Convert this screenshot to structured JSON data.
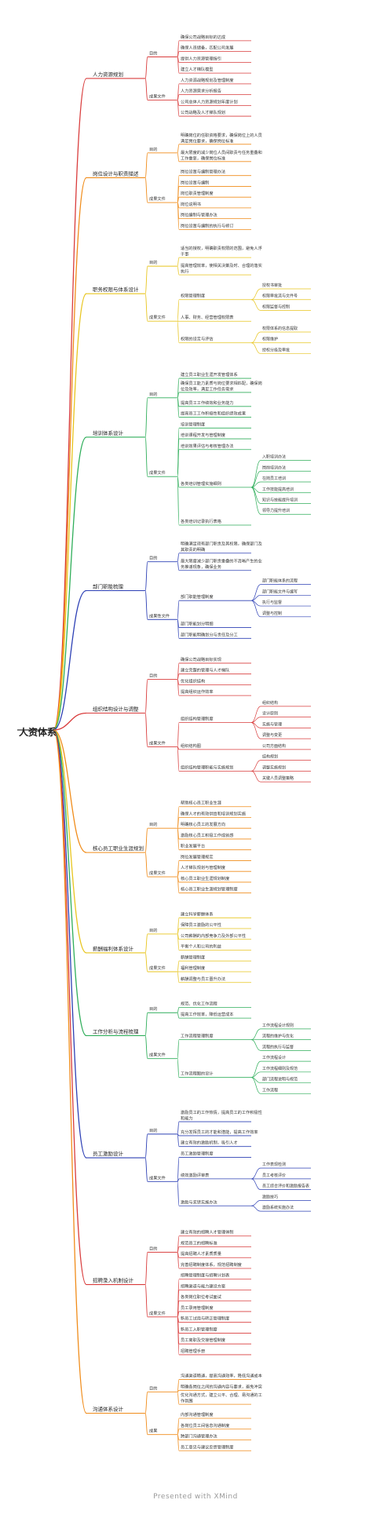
{
  "root": "人资体系",
  "footer": "Presented with XMind",
  "palette": [
    "#d93c3c",
    "#f08c1a",
    "#e8c51e",
    "#2fae5a",
    "#2d40b5"
  ],
  "branches": [
    {
      "title": "人力资源规划",
      "groups": [
        {
          "name": "目的",
          "items": [
            {
              "t": "确保公司战略目标的达成"
            },
            {
              "t": "确保人员储备，匹配公司发展"
            },
            {
              "t": "提供人力资源管理指引"
            },
            {
              "t": "建立人才梯队模型"
            }
          ]
        },
        {
          "name": "成果文件",
          "items": [
            {
              "t": "人力资源战略规划及管理制度"
            },
            {
              "t": "人力资源需求分析报告"
            },
            {
              "t": "公司总体人力资源规划年度计划"
            },
            {
              "t": "公司战略及人才梯队规划"
            }
          ]
        }
      ]
    },
    {
      "title": "岗位设计与职责描述",
      "groups": [
        {
          "name": "目的",
          "items": [
            {
              "t": "明确岗位的任职资格要求，确保岗位上的人员满足岗位要求，确保岗位标准"
            },
            {
              "t": "最大限度的减少岗位人员间职责与任务重叠和工作重复，确保岗位标准"
            }
          ]
        },
        {
          "name": "成果文件",
          "items": [
            {
              "t": "岗位设置与编制管理办法"
            },
            {
              "t": "岗位设置与编制"
            },
            {
              "t": "岗位职责管理制度"
            },
            {
              "t": "岗位说明书"
            },
            {
              "t": "岗位编制与管理办法"
            },
            {
              "t": "岗位设置与编制的执行与修订"
            }
          ]
        }
      ]
    },
    {
      "title": "职务权限与体系设计",
      "groups": [
        {
          "name": "目的",
          "items": [
            {
              "t": "适当的授权，明确职责权限的范围，避免人浮于事"
            },
            {
              "t": "提高管理效率，使相关决策及时、合理的落实执行"
            }
          ]
        },
        {
          "name": "成果文件",
          "items": [
            {
              "t": "权限管理制度",
              "children": [
                "授权书审批",
                "权限审批流与文件号",
                "权限监督与控制"
              ]
            },
            {
              "t": "人事、财务、经营管理权限表"
            },
            {
              "t": "权限的设定与评估",
              "children": [
                "权限体系的信息提取",
                "权限维护",
                "授权分级及审批"
              ]
            }
          ]
        }
      ]
    },
    {
      "title": "培训体系设计",
      "groups": [
        {
          "name": "目的",
          "items": [
            {
              "t": "建立员工职业生涯开发管理体系"
            },
            {
              "t": "确保员工能力素质与岗位要求相匹配，确保岗位及效率，满足工作任务需求"
            },
            {
              "t": "提高员工工作绩效和业务能力"
            },
            {
              "t": "提高员工工作积极性和组织绩效成果"
            }
          ]
        },
        {
          "name": "成果文件",
          "items": [
            {
              "t": "培训管理制度"
            },
            {
              "t": "培训课程开发与管理制度"
            },
            {
              "t": "培训效果评估与考核管理办法"
            },
            {
              "t": "各类培训管理实施细则",
              "children": [
                "入职培训办法",
                "岗前培训办法",
                "在岗员工培训",
                "工作技能提高培训",
                "知识与技能提升培训",
                "领导力提升培训"
              ]
            },
            {
              "t": "各类培训记录执行表格"
            }
          ]
        }
      ]
    },
    {
      "title": "部门职能梳理",
      "groups": [
        {
          "name": "目的",
          "items": [
            {
              "t": "明确满足现有部门职责及其权限，确保部门及其职责的明确"
            },
            {
              "t": "最大限度减少部门职责重叠的不清晰产生的业务推诿现象，确保业务"
            }
          ]
        },
        {
          "name": "成果性文件",
          "items": [
            {
              "t": "部门职能管理制度",
              "children": [
                "部门职能体系的流程",
                "部门职能文件与编写",
                "执行与监督",
                "调整与控制"
              ]
            },
            {
              "t": "部门职能划分明细"
            },
            {
              "t": "部门职能明确划分与责任及分工"
            }
          ]
        }
      ]
    },
    {
      "title": "组织结构设计与调整",
      "groups": [
        {
          "name": "目的",
          "items": [
            {
              "t": "确保公司战略目标实现"
            },
            {
              "t": "建立完整的管理与人才梯队"
            },
            {
              "t": "优化组织结构"
            },
            {
              "t": "提高组织运作效率"
            }
          ]
        },
        {
          "name": "成果文件",
          "items": [
            {
              "t": "组织结构管理制度",
              "children": [
                "组织结构",
                "设计原则",
                "实施与管理",
                "调整与变更"
              ]
            },
            {
              "t": "组织结构图",
              "children": [
                "公司方面结构"
              ]
            },
            {
              "t": "组织结构管理职能与实施规划",
              "children": [
                "结构规划",
                "调整实施规划",
                "关键人员调整策略"
              ]
            }
          ]
        }
      ]
    },
    {
      "title": "核心员工职业生涯规划",
      "groups": [
        {
          "name": "目的",
          "items": [
            {
              "t": "帮助核心员工职业生涯"
            },
            {
              "t": "确保人才的有效供给和培训规划实施"
            },
            {
              "t": "明确核心员工的发展方向"
            },
            {
              "t": "激励核心员工积极工作成就感"
            },
            {
              "t": "职业发展平台"
            }
          ]
        },
        {
          "name": "成果文件",
          "items": [
            {
              "t": "岗位发展管理规定"
            },
            {
              "t": "人才梯队规划与管理制度"
            },
            {
              "t": "核心员工职业生涯规划制度"
            },
            {
              "t": "核心员工职业生涯规划管理制度"
            }
          ]
        }
      ]
    },
    {
      "title": "薪酬福利体系设计",
      "groups": [
        {
          "name": "目的",
          "items": [
            {
              "t": "建立科学薪酬体系"
            },
            {
              "t": "保障员工激励的公平性"
            },
            {
              "t": "公司薪酬的内部竞争力及外部公平性"
            },
            {
              "t": "平衡个人和公司的利益"
            }
          ]
        },
        {
          "name": "成果文件",
          "items": [
            {
              "t": "薪酬管理制度"
            },
            {
              "t": "福利管理制度"
            },
            {
              "t": "薪酬调整与员工晋升办法"
            }
          ]
        }
      ]
    },
    {
      "title": "工作分析与流程梳理",
      "groups": [
        {
          "name": "目的",
          "items": [
            {
              "t": "规范、优化工作流程"
            },
            {
              "t": "提高工作效率，降低运营成本"
            }
          ]
        },
        {
          "name": "成果文件",
          "items": [
            {
              "t": "工作流程管理制度",
              "children": [
                "工作流程设计规则",
                "流程的维护与优化",
                "流程的执行与监督"
              ]
            },
            {
              "t": "工作流程图的设计",
              "children": [
                "工作流程设计",
                "工作流程细则及规范",
                "部门流程说明与规范",
                "工作流程"
              ]
            }
          ]
        }
      ]
    },
    {
      "title": "员工激励设计",
      "groups": [
        {
          "name": "目的",
          "items": [
            {
              "t": "激励员工的工作热情，提高员工的工作积极性和能力"
            },
            {
              "t": "充分发挥员工的才能和潜能，提高工作效率"
            },
            {
              "t": "建立有效的激励机制，吸引人才"
            }
          ]
        },
        {
          "name": "成果文件",
          "items": [
            {
              "t": "员工激励管理制度"
            },
            {
              "t": "绩效激励评审表",
              "children": [
                "工作表现检测",
                "员工考核评价",
                "员工综合评价和激励报告表"
              ]
            },
            {
              "t": "激励与奖惩实施办法",
              "children": [
                "激励技巧",
                "激励系统实施办法"
              ]
            }
          ]
        }
      ]
    },
    {
      "title": "招聘录入机制设计",
      "groups": [
        {
          "name": "目的",
          "items": [
            {
              "t": "建立有效的招聘人才管理体制"
            },
            {
              "t": "规范员工的招聘标准"
            },
            {
              "t": "提高招聘人才素质质量"
            },
            {
              "t": "完善招聘制度体系，规范招聘制度"
            }
          ]
        },
        {
          "name": "成果文件",
          "items": [
            {
              "t": "招聘管理制度与招聘计划表"
            },
            {
              "t": "招聘渠道与能力建设方案"
            },
            {
              "t": "各类岗位职位考试面试"
            },
            {
              "t": "员工录用管理制度"
            },
            {
              "t": "新员工试用与转正管理制度"
            },
            {
              "t": "新员工入职管理制度"
            },
            {
              "t": "员工离职及交接管理制度"
            },
            {
              "t": "招聘管理手册"
            }
          ]
        }
      ]
    },
    {
      "title": "沟通体系设计",
      "groups": [
        {
          "name": "目的",
          "items": [
            {
              "t": "沟通渠道畅通，提高沟通效率，降低沟通成本"
            },
            {
              "t": "明确各岗位之间的沟通内容与要求，避免冲突"
            },
            {
              "t": "优化沟通方式，建立公平、合理、易沟通的工作氛围"
            }
          ]
        },
        {
          "name": "成果",
          "items": [
            {
              "t": "内部沟通管理制度"
            },
            {
              "t": "各岗位员工间信息沟通制度"
            },
            {
              "t": "跨部门沟通管理办法"
            },
            {
              "t": "员工意见与建议反馈管理制度"
            }
          ]
        }
      ]
    }
  ]
}
